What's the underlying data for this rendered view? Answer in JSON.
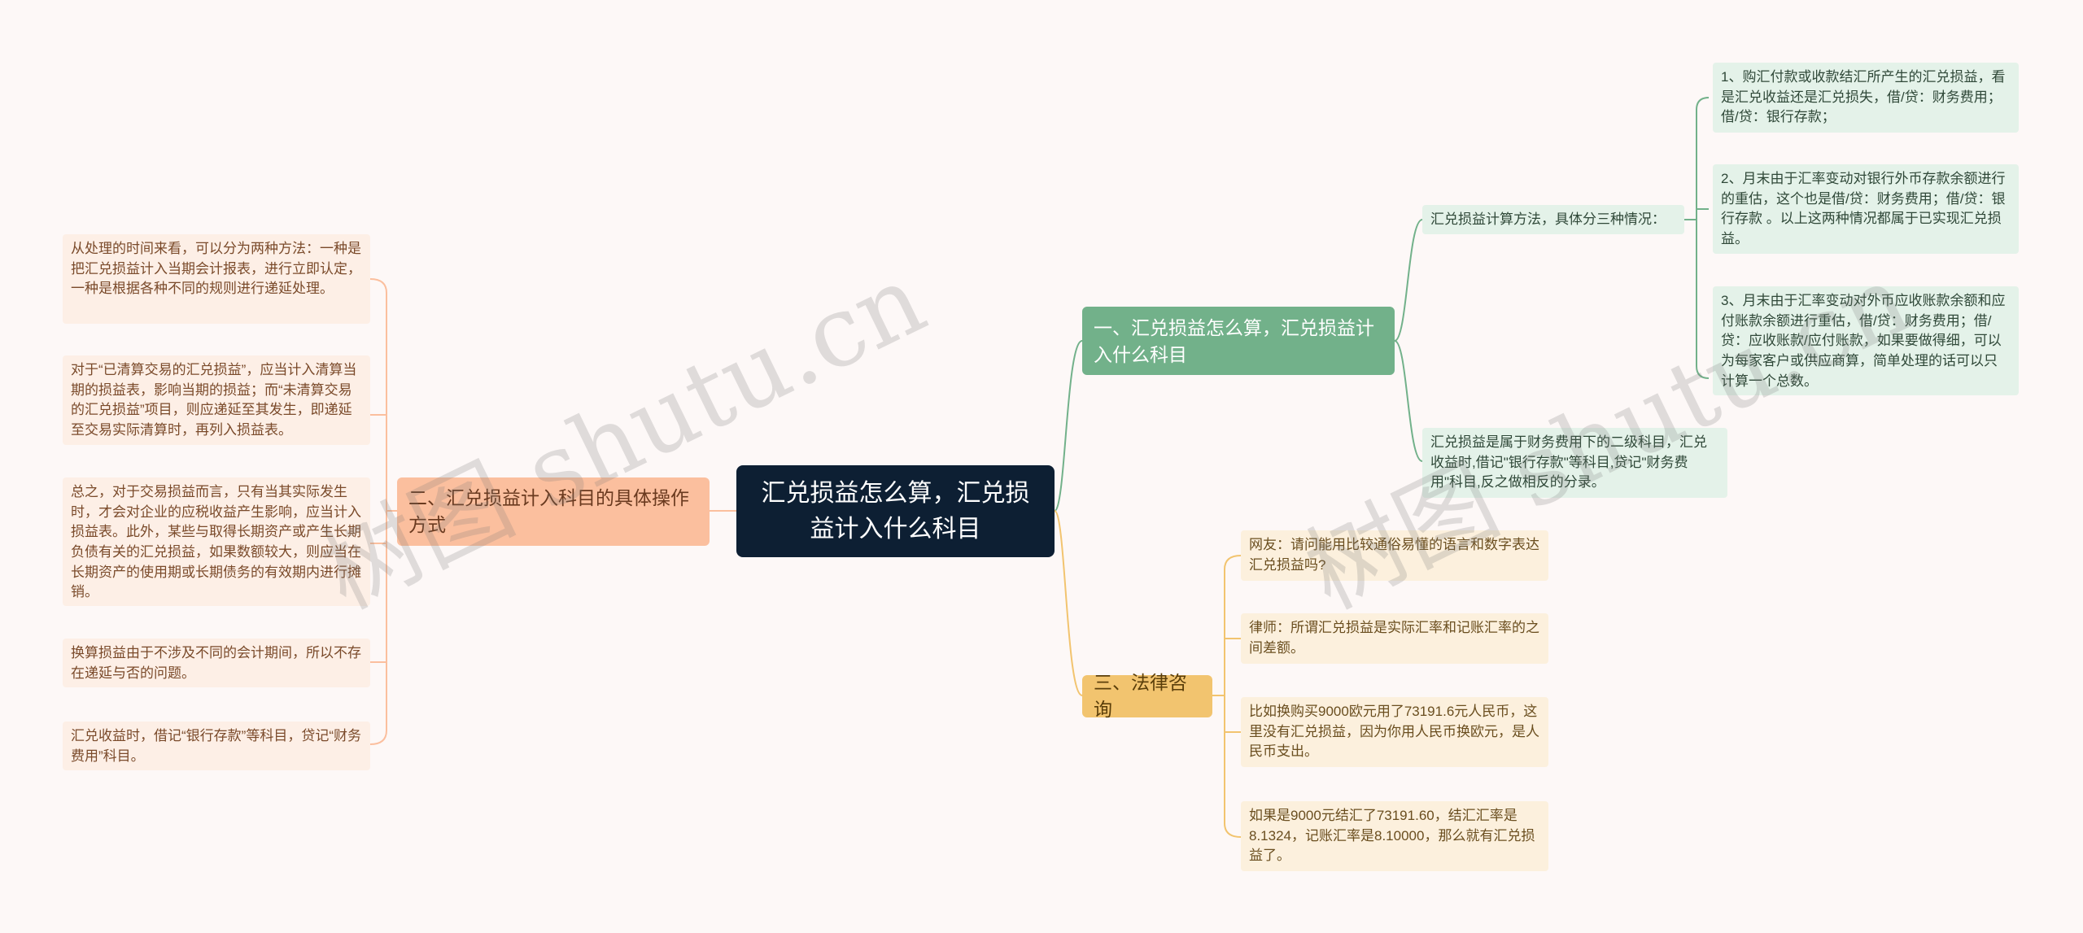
{
  "root": {
    "title": "汇兑损益怎么算，汇兑损益计入什么科目"
  },
  "branches": {
    "b1": {
      "label": "一、汇兑损益怎么算，汇兑损益计入什么科目",
      "sub1": "汇兑损益计算方法，具体分三种情况：",
      "sub1_items": [
        "1、购汇付款或收款结汇所产生的汇兑损益，看是汇兑收益还是汇兑损失，借/贷：财务费用；借/贷：银行存款；",
        "2、月末由于汇率变动对银行外币存款余额进行的重估，这个也是借/贷：财务费用；借/贷：银行存款 。以上这两种情况都属于已实现汇兑损益。",
        "3、月末由于汇率变动对外币应收账款余额和应付账款余额进行重估，借/贷：财务费用；借/贷：应收账款/应付账款，如果要做得细，可以为每家客户或供应商算，简单处理的话可以只计算一个总数。"
      ],
      "sub2": "汇兑损益是属于财务费用下的二级科目，汇兑收益时,借记\"银行存款\"等科目,贷记\"财务费用\"科目,反之做相反的分录。"
    },
    "b2": {
      "label": "二、汇兑损益计入科目的具体操作方式",
      "items": [
        "从处理的时间来看，可以分为两种方法：一种是把汇兑损益计入当期会计报表，进行立即认定，一种是根据各种不同的规则进行递延处理。",
        "对于“已清算交易的汇兑损益”，应当计入清算当期的损益表，影响当期的损益；而“未清算交易的汇兑损益”项目，则应递延至其发生，即递延至交易实际清算时，再列入损益表。",
        "总之，对于交易损益而言，只有当其实际发生时，才会对企业的应税收益产生影响，应当计入损益表。此外，某些与取得长期资产或产生长期负债有关的汇兑损益，如果数额较大，则应当在长期资产的使用期或长期债务的有效期内进行摊销。",
        "换算损益由于不涉及不同的会计期间，所以不存在递延与否的问题。",
        "汇兑收益时，借记“银行存款”等科目，贷记“财务费用”科目。"
      ]
    },
    "b3": {
      "label": "三、法律咨询",
      "items": [
        "网友：请问能用比较通俗易懂的语言和数字表达汇兑损益吗?",
        "律师：所谓汇兑损益是实际汇率和记账汇率的之间差额。",
        "比如换购买9000欧元用了73191.6元人民币，这里没有汇兑损益，因为你用人民币换欧元，是人民币支出。",
        "如果是9000元结汇了73191.60，结汇汇率是8.1324，记账汇率是8.10000，那么就有汇兑损益了。"
      ]
    }
  },
  "watermarks": [
    "树图 shutu.cn",
    "树图 shutu.cn"
  ],
  "colors": {
    "root": "#0d1f33",
    "green": "#72b18a",
    "orange": "#fbbf9e",
    "yellow": "#f2c46f"
  }
}
